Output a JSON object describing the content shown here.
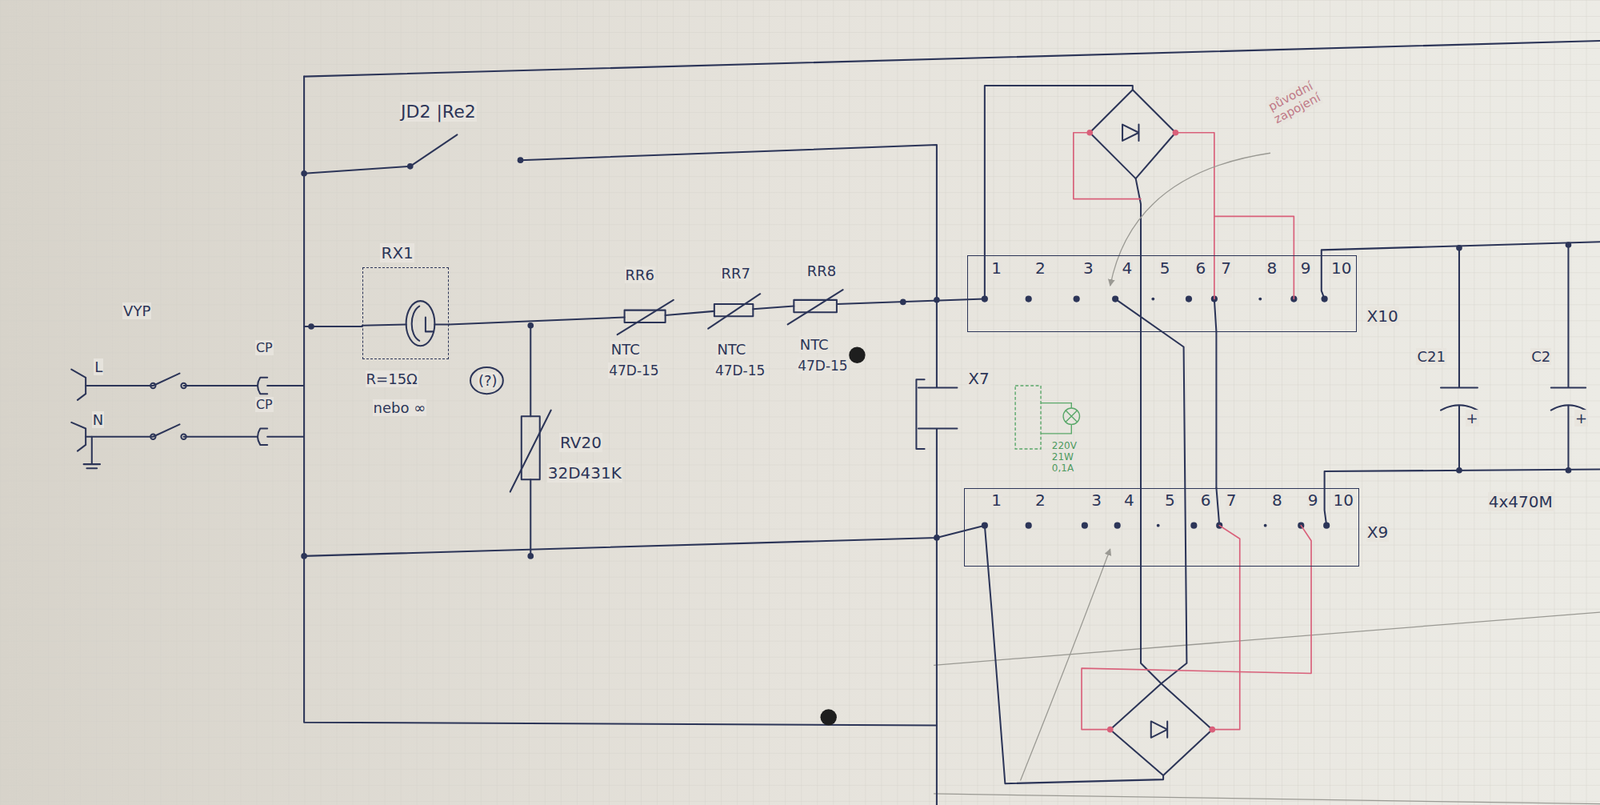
{
  "diagram": {
    "nodes": [
      {
        "text": [
          "RX1"
        ]
      },
      {
        "text": [
          "X10",
          "1",
          "2",
          "3",
          "4",
          "5",
          "6",
          "7",
          "8",
          "9",
          "10"
        ]
      },
      {
        "text": [
          "X9",
          "1",
          "2",
          "3",
          "4",
          "5",
          "6",
          "7",
          "8",
          "9",
          "10"
        ]
      }
    ],
    "edges": [
      {
        "from": 1,
        "to": 2,
        "arrow": "none"
      }
    ],
    "labels": [
      "VYP",
      "JD2 |Re2",
      "L",
      "N",
      "CP",
      "CP",
      "R=15Ω",
      "(?)",
      "nebo ∞",
      "RR6",
      "RR7",
      "RR8",
      "NTC",
      "47D-15",
      "NTC",
      "47D-15",
      "NTC",
      "47D-15",
      "RV20",
      "32D431K",
      "X7",
      "220V",
      "21W",
      "0,1A",
      "původní zapojení",
      "C21",
      "C2",
      "+",
      "+",
      "4x470M"
    ]
  }
}
